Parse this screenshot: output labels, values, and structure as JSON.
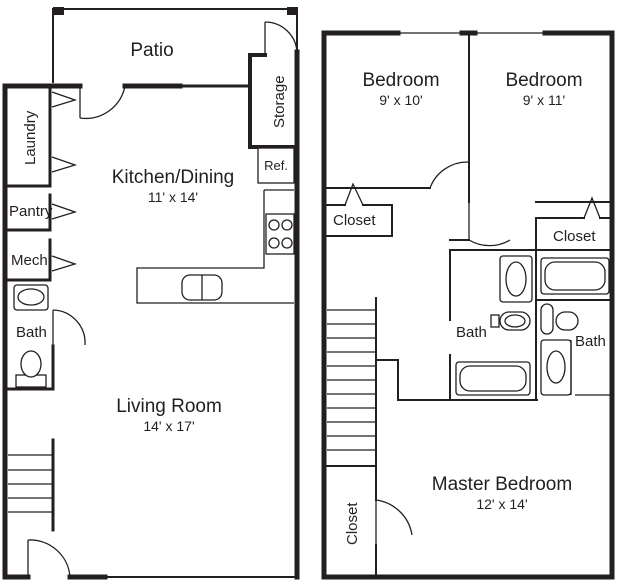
{
  "rooms": {
    "patio": "Patio",
    "storage": "Storage",
    "laundry": "Laundry",
    "ref": "Ref.",
    "kitchen_name": "Kitchen/Dining",
    "kitchen_dim": "11' x 14'",
    "pantry": "Pantry",
    "mech": "Mech.",
    "bath_left": "Bath",
    "living_name": "Living Room",
    "living_dim": "14' x 17'",
    "bedroom1_name": "Bedroom",
    "bedroom1_dim": "9' x 10'",
    "bedroom2_name": "Bedroom",
    "bedroom2_dim": "9' x 11'",
    "closet_left": "Closet",
    "closet_right": "Closet",
    "bath_center": "Bath",
    "bath_right": "Bath",
    "master_name": "Master Bedroom",
    "master_dim": "12' x 14'",
    "closet_master": "Closet"
  }
}
